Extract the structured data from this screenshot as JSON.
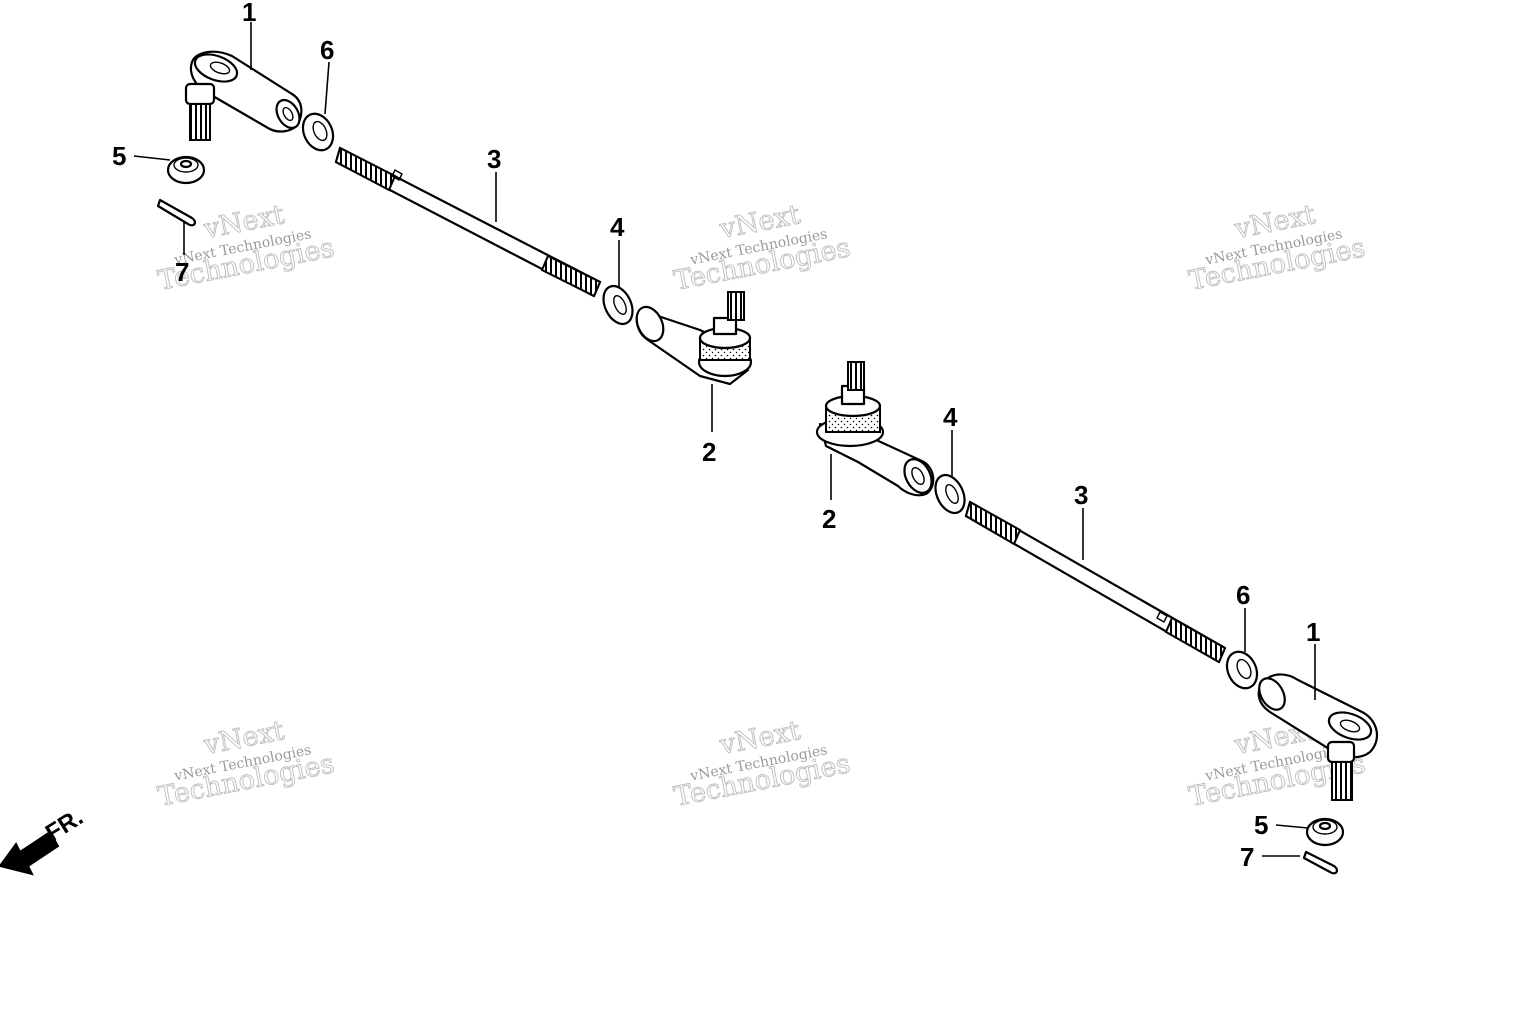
{
  "watermark": {
    "line1": "vNext",
    "line2": "vNext Technologies",
    "line3": "Technologies"
  },
  "callouts": {
    "tie_rod_end_outer": "1",
    "tie_rod_end_inner": "2",
    "tie_rod": "3",
    "lock_nut_inner": "4",
    "castle_nut": "5",
    "lock_nut_outer": "6",
    "cotter_pin": "7"
  },
  "front_arrow": {
    "label": "FR."
  }
}
